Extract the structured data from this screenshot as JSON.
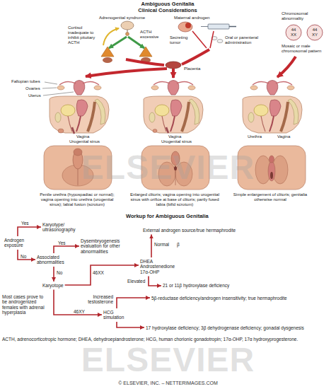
{
  "diagram": {
    "title": "Ambiguous Genitalia Clinical Considerations",
    "nodes": [
      {
        "text": [
          "Androgen exposure"
        ]
      },
      {
        "text": [
          "Karyotype/ ultrasonography"
        ]
      },
      {
        "text": [
          "External androgen source/true hermaphrodite"
        ]
      },
      {
        "text": [
          "Associated abnormalities"
        ]
      },
      {
        "text": [
          "Dysembryogenesis evaluation for other abnormalities"
        ]
      },
      {
        "text": [
          "Karyotope"
        ]
      },
      {
        "text": [
          "DHEA Androstenedione 17α-OHP"
        ]
      },
      {
        "text": [
          "21 or 11β hydroxylase deficiency"
        ]
      },
      {
        "text": [
          "HCG simulation"
        ]
      },
      {
        "text": [
          "5β-reductase deficiency/androgen insensitivity; true hermaphrodite"
        ]
      },
      {
        "text": [
          "17 hydroxylase deficiency; 3β dehydrogenase deficiency; gonadal dysgenesis"
        ]
      }
    ],
    "edges": [
      {
        "from": 0,
        "to": 1,
        "arrow": "to",
        "label": "Yes"
      },
      {
        "from": 0,
        "to": 3,
        "arrow": "to",
        "label": "No"
      },
      {
        "from": 3,
        "to": 4,
        "arrow": "to",
        "label": "Yes"
      },
      {
        "from": 3,
        "to": 5,
        "arrow": "to",
        "label": "No"
      },
      {
        "from": 5,
        "to": 6,
        "arrow": "to",
        "label": "46XX"
      },
      {
        "from": 6,
        "to": 2,
        "arrow": "to",
        "label": "Normal"
      },
      {
        "from": 6,
        "to": 7,
        "arrow": "to",
        "label": "Elevated"
      },
      {
        "from": 5,
        "to": 8,
        "arrow": "to",
        "label": "46XY"
      },
      {
        "from": 8,
        "to": 9,
        "arrow": "to",
        "label": "Increased testosterone"
      },
      {
        "from": 8,
        "to": 10,
        "arrow": "to"
      }
    ],
    "labels": [
      "Adrenogenital syndrome",
      "Maternal androgen",
      "Chromosomal abnormality",
      "Cortisol inadequate to inhibit pituitary ACTH",
      "ACTH excessive",
      "Secreting tumor",
      "Oral or parenteral administration",
      "Placenta",
      "44 XX",
      "44 XY",
      "Mosaic or male chromosomal pattern",
      "Fallopian tubes",
      "Ovaries",
      "Uterus",
      "Vagina",
      "Urogenital sinus",
      "Vagina",
      "Urogenital sinus",
      "Urethra",
      "Vagina",
      "Penile urethra (hypospadiac or normal); vagina opening into urethra (urogenital sinus); labial fusion (scrotum)",
      "Enlarged clitoris; vagina opening into urogenital sinus with orifice at base of clitoris; partly fused labia (bifid scrotum)",
      "Simple enlargement of clitoris; genitalia otherwise normal",
      "Workup for Ambiguous Genitalia",
      "β",
      "Most cases prove to be androgenized females with adrenal hyperplasia",
      "ACTH, adrenocorticotropic hormone; DHEA, dehydroepiandrosterone; HCG, human chorionic gonadotropin; 17α-OHP, 17α hydroxyprogesterone.",
      "ELSEVIER",
      "ELSEVIER",
      "© ELSEVIER, INC. – NETTERIMAGES.COM"
    ]
  }
}
